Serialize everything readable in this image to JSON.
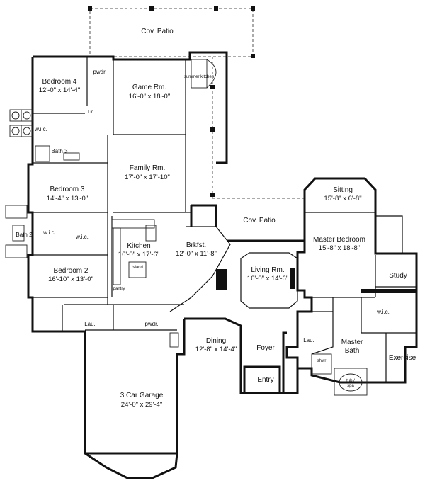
{
  "rooms": {
    "cov_patio_top": "Cov. Patio",
    "bedroom4": {
      "name": "Bedroom 4",
      "dims": "12'-0\" x 14'-4\""
    },
    "pwdr_top": "pwdr.",
    "game": {
      "name": "Game Rm.",
      "dims": "16'-0\" x 18'-0\""
    },
    "summer_kitchen": "summer kitchen",
    "wic_top": "w.i.c.",
    "bath3": "Bath 3",
    "family": {
      "name": "Family Rm.",
      "dims": "17'-0\" x 17'-10\""
    },
    "bedroom3": {
      "name": "Bedroom 3",
      "dims": "14'-4\" x 13'-0\""
    },
    "bath2": "Bath 2",
    "wic_b2a": "w.i.c.",
    "wic_b2b": "w.i.c.",
    "kitchen": {
      "name": "Kitchen",
      "dims": "16'-0\" x 17'-6\""
    },
    "island": "island",
    "pantry": "pantry",
    "brkfst": {
      "name": "Brkfst.",
      "dims": "12'-0\" x 11'-8\""
    },
    "cov_patio_mid": "Cov. Patio",
    "living": {
      "name": "Living Rm.",
      "dims": "16'-0\" x 14'-6\""
    },
    "sitting": {
      "name": "Sitting",
      "dims": "15'-8\" x 6'-8\""
    },
    "master_bed": {
      "name": "Master Bedroom",
      "dims": "15'-8\" x 18'-8\""
    },
    "study": "Study",
    "wic_master": "w.i.c.",
    "bedroom2": {
      "name": "Bedroom 2",
      "dims": "16'-10\" x 13'-0\""
    },
    "lau_left": "Lau.",
    "pwdr_mid": "pwdr.",
    "dining": {
      "name": "Dining",
      "dims": "12'-8\" x 14'-4\""
    },
    "foyer": "Foyer",
    "lau_right": "Lau.",
    "master_bath": {
      "name": "Master",
      "name2": "Bath"
    },
    "exercise": "Exercise",
    "shwr": "shwr",
    "tub": "tub /",
    "tub2": "spa",
    "entry": "Entry",
    "garage": {
      "name": "3 Car Garage",
      "dims": "24'-0\" x 29'-4\""
    },
    "lin": "Lin."
  }
}
